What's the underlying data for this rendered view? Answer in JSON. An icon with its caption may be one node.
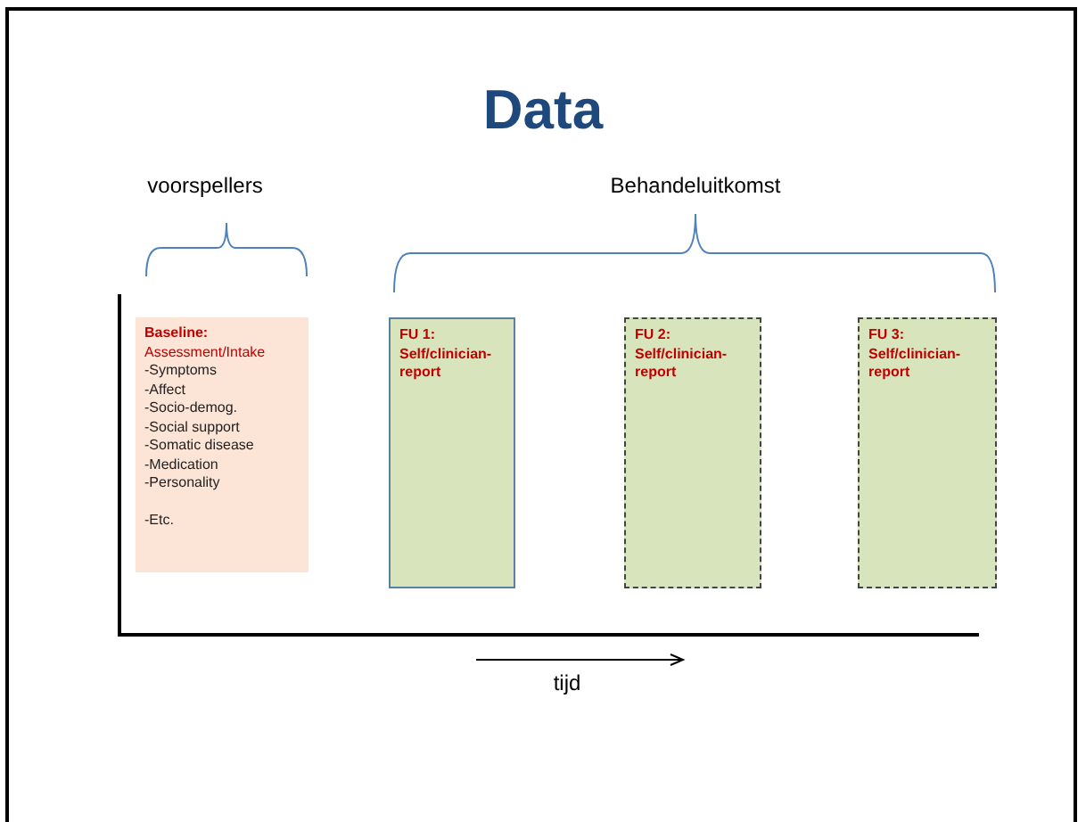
{
  "diagram": {
    "title": "Data",
    "nodes": [
      {
        "text": [
          "Baseline:",
          "Assessment/Intake",
          "-Symptoms",
          "-Affect",
          "-Socio-demog.",
          "-Social support",
          "-Somatic disease",
          "-Medication",
          "-Personality",
          "-Etc."
        ]
      },
      {
        "text": [
          "FU 1:",
          "Self/clinician-report"
        ]
      },
      {
        "text": [
          "FU 2:",
          "Self/clinician-report"
        ]
      },
      {
        "text": [
          "FU 3:",
          "Self/clinician-report"
        ]
      }
    ],
    "labels": [
      "voorspellers",
      "Behandeluitkomst",
      "tijd"
    ]
  }
}
